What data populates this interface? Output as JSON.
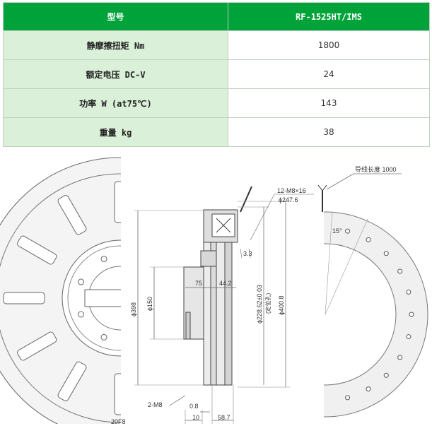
{
  "spec_table": {
    "header": {
      "col1": "型号",
      "col2": "RF-1525HT/IMS"
    },
    "rows": [
      {
        "label": "静摩擦扭矩 Nm",
        "value": "1800"
      },
      {
        "label": "额定电压 DC-V",
        "value": "24"
      },
      {
        "label": "功率 W (at75℃)",
        "value": "143"
      },
      {
        "label": "重量 kg",
        "value": "38"
      }
    ],
    "colors": {
      "header_bg": "#00a23a",
      "label_bg": "#dbf0d8",
      "border": "#bfcfc0"
    }
  },
  "drawing": {
    "lead_wire": "导线长度 1000",
    "bolts": "12-M8×16",
    "bolt_circle": "ϕ247.6",
    "gap": "3.3",
    "dim_398": "ϕ398",
    "dim_150": "ϕ150",
    "dim_75": "75",
    "dim_44_2": "44.2",
    "dim_228": "ϕ228.62±0.03",
    "dim_228_note": "(定位孔)",
    "dim_400_8": "ϕ400.8",
    "tap": "2-M8",
    "dim_0_8": "0.8",
    "dim_10": "10",
    "dim_58_7": "58.7",
    "bore": "20F8",
    "angle": "15°"
  }
}
